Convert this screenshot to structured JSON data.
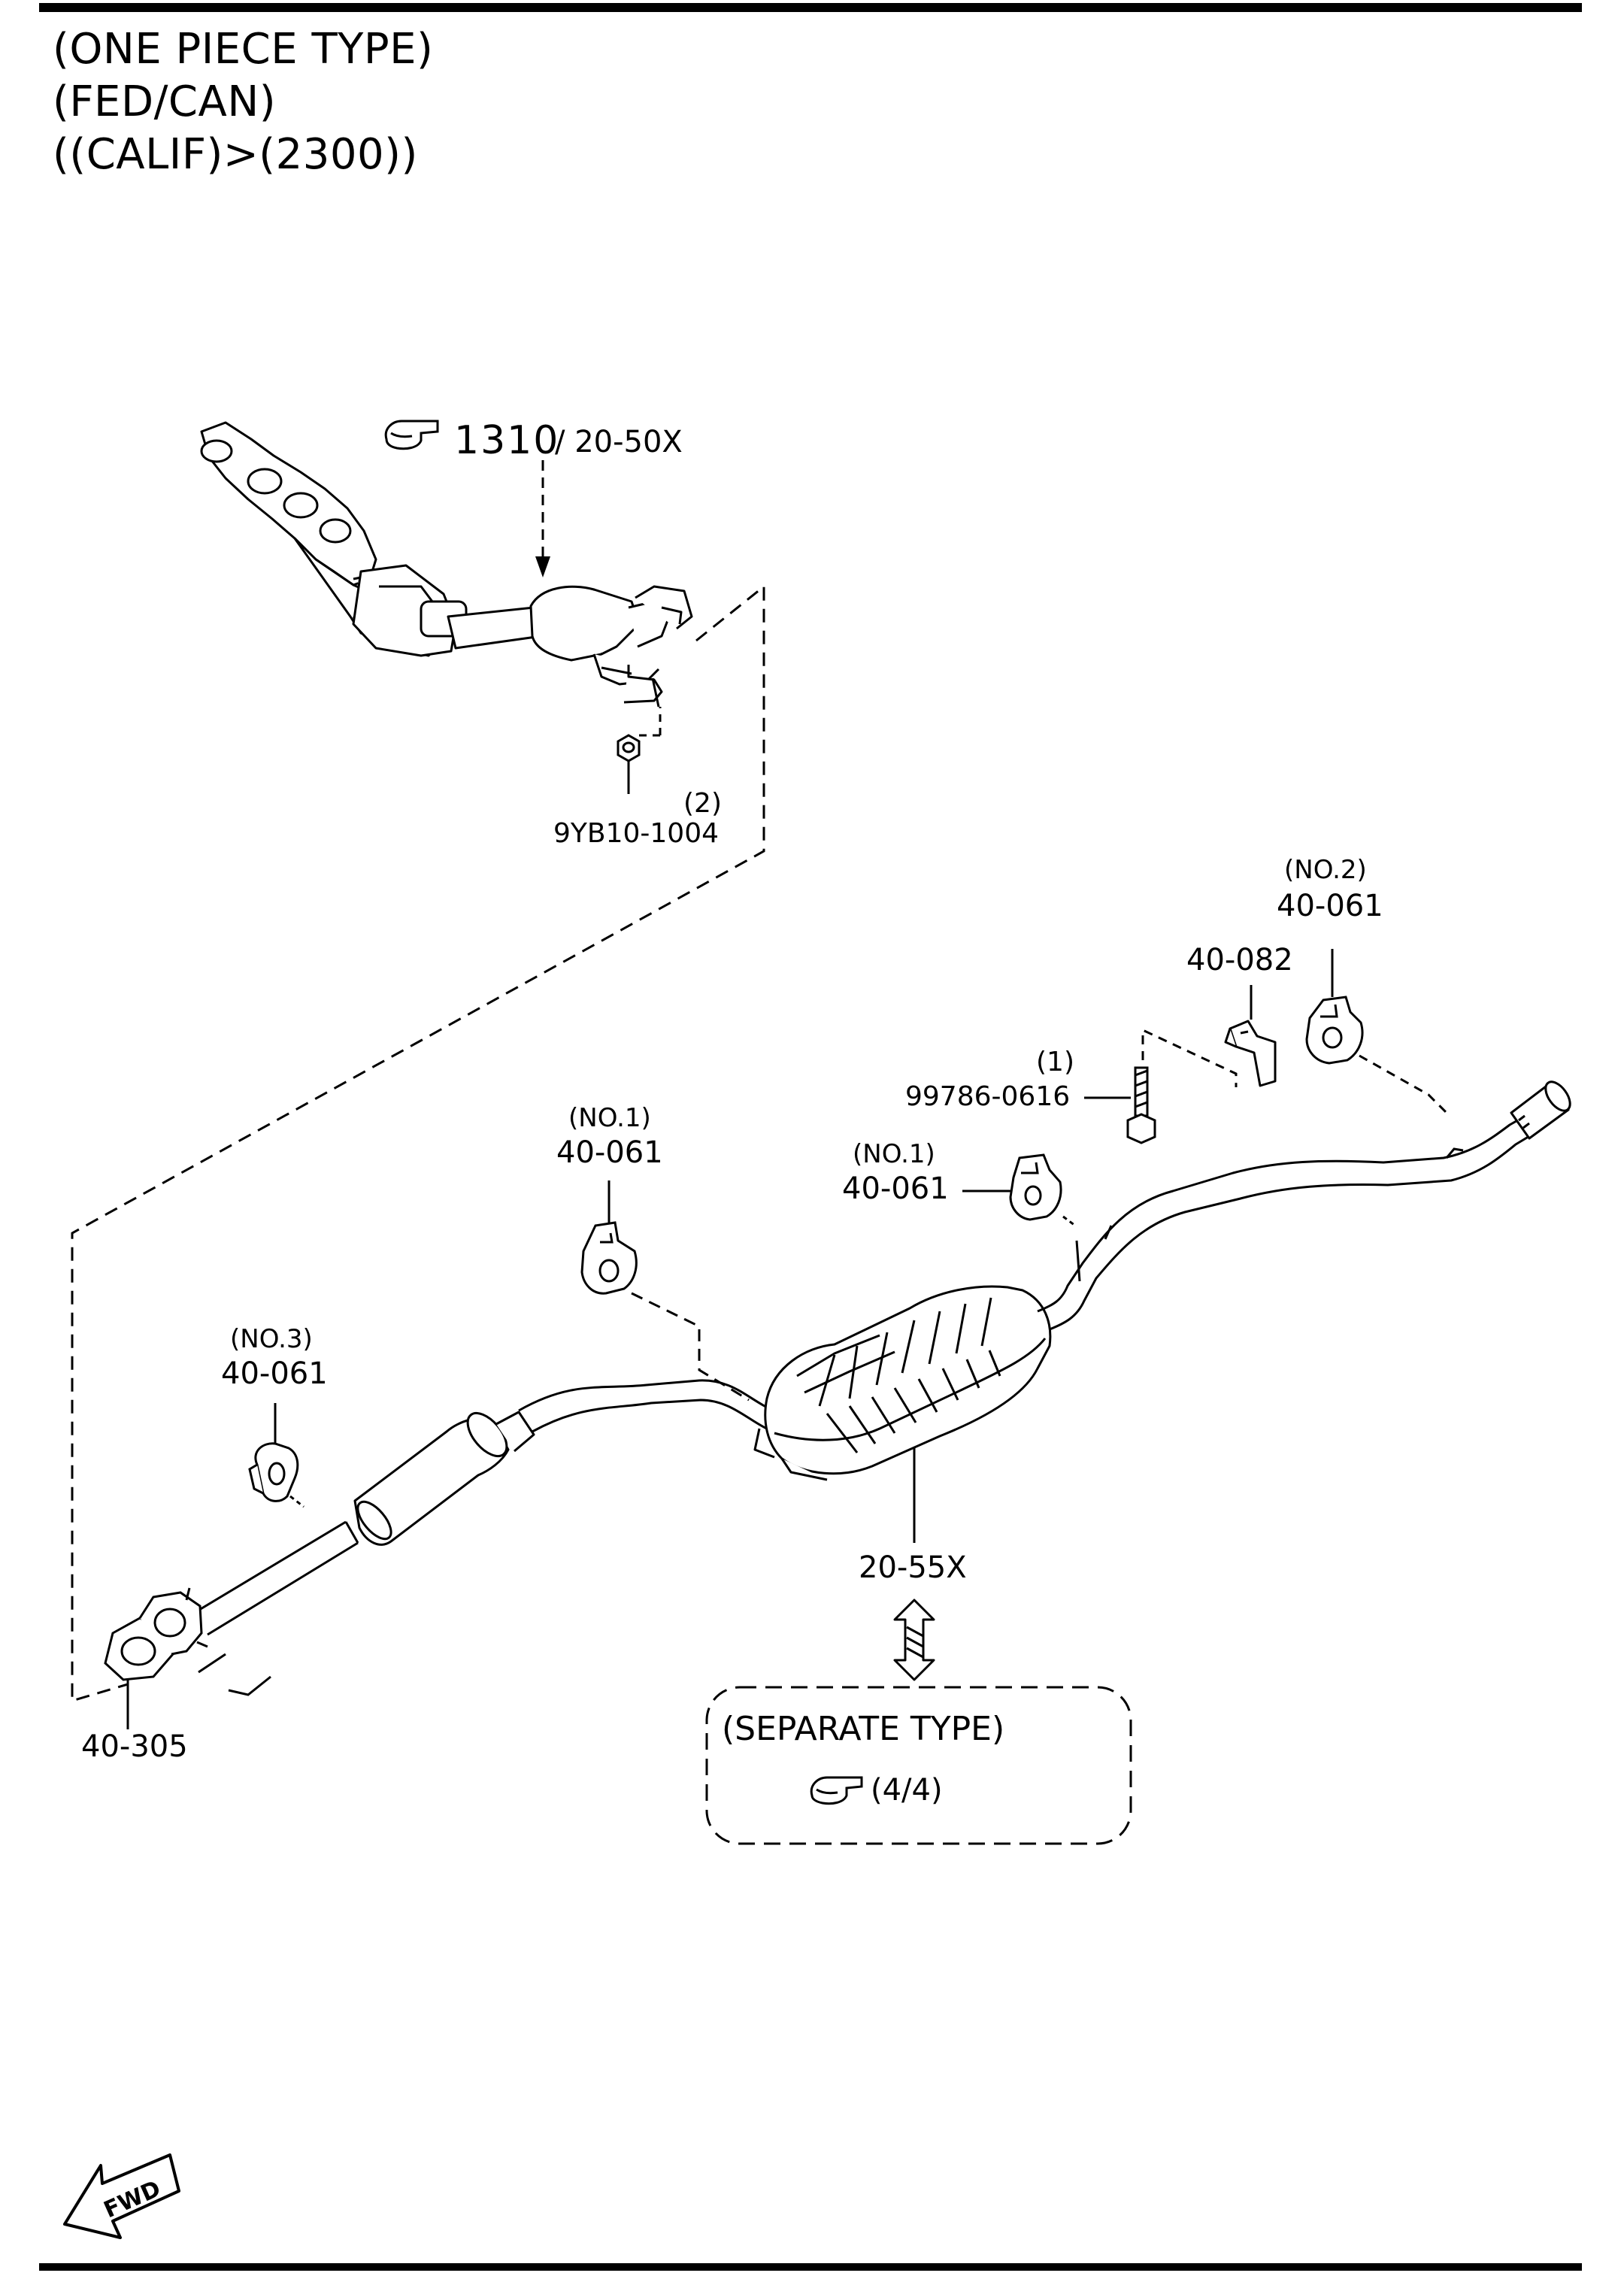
{
  "header": {
    "lines": [
      "(ONE PIECE TYPE)",
      "(FED/CAN)",
      "((CALIF)>(2300))"
    ]
  },
  "callouts": {
    "ref_main": "1310",
    "ref_sub": "/ 20-50X",
    "nut_qty": "(2)",
    "nut_part": "9YB10-1004",
    "hanger_no2_note": "(NO.2)",
    "hanger_no2_part": "40-061",
    "bracket_part": "40-082",
    "bolt_qty": "(1)",
    "bolt_part": "99786-0616",
    "hanger_no1a_note": "(NO.1)",
    "hanger_no1a_part": "40-061",
    "hanger_no1b_note": "(NO.1)",
    "hanger_no1b_part": "40-061",
    "hanger_no3_note": "(NO.3)",
    "hanger_no3_part": "40-061",
    "muffler_part": "20-55X",
    "gasket_part": "40-305",
    "alt_title": "(SEPARATE TYPE)",
    "alt_ref": "(4/4)",
    "fwd": "FWD"
  },
  "icons": [
    "pointing-hand-icon",
    "double-arrow-icon",
    "fwd-arrow-icon"
  ]
}
